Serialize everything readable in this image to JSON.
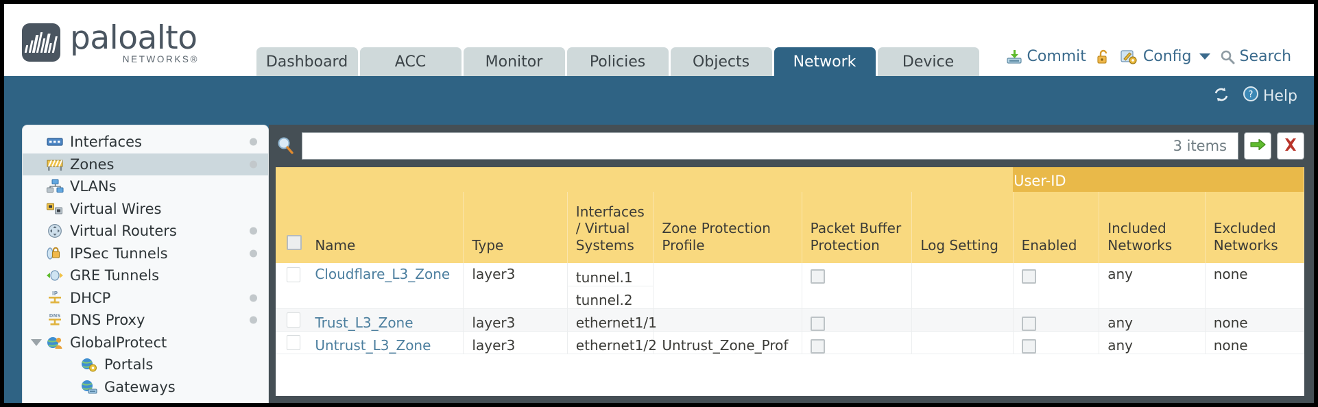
{
  "brand": {
    "name": "paloalto",
    "sub": "NETWORKS",
    "reg": "®"
  },
  "nav_tabs": [
    {
      "label": "Dashboard",
      "active": false
    },
    {
      "label": "ACC",
      "active": false
    },
    {
      "label": "Monitor",
      "active": false
    },
    {
      "label": "Policies",
      "active": false
    },
    {
      "label": "Objects",
      "active": false
    },
    {
      "label": "Network",
      "active": true
    },
    {
      "label": "Device",
      "active": false
    }
  ],
  "header_actions": {
    "commit": "Commit",
    "config": "Config",
    "search": "Search",
    "lock_icon": "unlocked-padlock-icon",
    "commit_icon": "commit-save-icon",
    "config_icon": "config-wrench-icon",
    "search_icon": "magnifier-icon",
    "caret_icon": "chevron-down-icon"
  },
  "subbar": {
    "refresh_icon": "refresh-icon",
    "help_label": "Help",
    "help_icon": "help-question-icon"
  },
  "sidebar": {
    "items": [
      {
        "label": "Interfaces",
        "icon": "interfaces-icon",
        "dot": true,
        "selected": false,
        "child": false,
        "expander": false
      },
      {
        "label": "Zones",
        "icon": "zones-icon",
        "dot": true,
        "selected": true,
        "child": false,
        "expander": false
      },
      {
        "label": "VLANs",
        "icon": "vlans-icon",
        "dot": false,
        "selected": false,
        "child": false,
        "expander": false
      },
      {
        "label": "Virtual Wires",
        "icon": "virtual-wires-icon",
        "dot": false,
        "selected": false,
        "child": false,
        "expander": false
      },
      {
        "label": "Virtual Routers",
        "icon": "virtual-routers-icon",
        "dot": true,
        "selected": false,
        "child": false,
        "expander": false
      },
      {
        "label": "IPSec Tunnels",
        "icon": "ipsec-tunnels-icon",
        "dot": true,
        "selected": false,
        "child": false,
        "expander": false
      },
      {
        "label": "GRE Tunnels",
        "icon": "gre-tunnels-icon",
        "dot": false,
        "selected": false,
        "child": false,
        "expander": false
      },
      {
        "label": "DHCP",
        "icon": "dhcp-icon",
        "dot": true,
        "selected": false,
        "child": false,
        "expander": false
      },
      {
        "label": "DNS Proxy",
        "icon": "dns-proxy-icon",
        "dot": true,
        "selected": false,
        "child": false,
        "expander": false
      },
      {
        "label": "GlobalProtect",
        "icon": "globalprotect-icon",
        "dot": false,
        "selected": false,
        "child": false,
        "expander": true
      },
      {
        "label": "Portals",
        "icon": "portals-icon",
        "dot": false,
        "selected": false,
        "child": true,
        "expander": false
      },
      {
        "label": "Gateways",
        "icon": "gateways-icon",
        "dot": false,
        "selected": false,
        "child": true,
        "expander": false
      }
    ]
  },
  "search": {
    "value": "",
    "placeholder": "",
    "item_count": "3 items",
    "apply_icon": "green-arrow-right-icon",
    "clear_icon": "red-x-icon"
  },
  "table": {
    "group_headers": [
      {
        "label": "",
        "span": 7
      },
      {
        "label": "User-ID",
        "span": 3
      }
    ],
    "columns": [
      "Name",
      "Type",
      "Interfaces / Virtual Systems",
      "Zone Protection Profile",
      "Packet Buffer Protection",
      "Log Setting",
      "Enabled",
      "Included Networks",
      "Excluded Networks"
    ],
    "rows": [
      {
        "name": "Cloudflare_L3_Zone",
        "type": "layer3",
        "interfaces": [
          "tunnel.1",
          "tunnel.2"
        ],
        "zone_protection_profile": "",
        "packet_buffer_protection": false,
        "log_setting": "",
        "userid_enabled": false,
        "included_networks": "any",
        "excluded_networks": "none"
      },
      {
        "name": "Trust_L3_Zone",
        "type": "layer3",
        "interfaces": [
          "ethernet1/1"
        ],
        "zone_protection_profile": "",
        "packet_buffer_protection": false,
        "log_setting": "",
        "userid_enabled": false,
        "included_networks": "any",
        "excluded_networks": "none"
      },
      {
        "name": "Untrust_L3_Zone",
        "type": "layer3",
        "interfaces": [
          "ethernet1/2"
        ],
        "zone_protection_profile": "Untrust_Zone_Prof",
        "packet_buffer_protection": false,
        "log_setting": "",
        "userid_enabled": false,
        "included_networks": "any",
        "excluded_networks": "none"
      }
    ]
  },
  "colors": {
    "chrome_blue": "#2f6384",
    "tab_inactive": "#cfd9da",
    "header_yellow": "#f9d97f",
    "group_yellow": "#e9b949",
    "link_blue": "#4b7e9e",
    "content_dark": "#454f55"
  }
}
